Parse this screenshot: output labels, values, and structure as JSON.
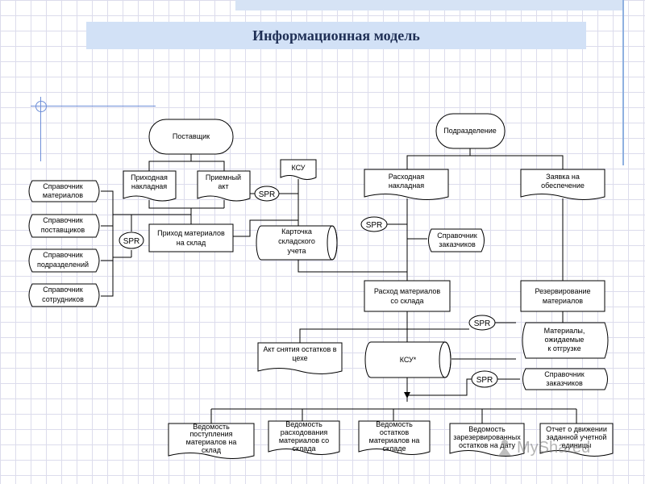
{
  "title": "Информационная модель",
  "nodes": {
    "postavshchik": "Поставщик",
    "podrazdelenie": "Подразделение",
    "prikhodnaya_1": "Приходная",
    "prikhodnaya_2": "накладная",
    "priemny_1": "Приемный",
    "priemny_2": "акт",
    "ksu_top": "КСУ",
    "raskhodnaya_1": "Расходная",
    "raskhodnaya_2": "накладная",
    "zayavka_1": "Заявка на",
    "zayavka_2": "обеспечение",
    "sprav_mat_1": "Справочник",
    "sprav_mat_2": "материалов",
    "sprav_post_1": "Справочник",
    "sprav_post_2": "поставщиков",
    "sprav_podr_1": "Справочник",
    "sprav_podr_2": "подразделений",
    "sprav_sotr_1": "Справочник",
    "sprav_sotr_2": "сотрудников",
    "prikhod_1": "Приход материалов",
    "prikhod_2": "на склад",
    "kartochka_1": "Карточка",
    "kartochka_2": "складского",
    "kartochka_3": "учета",
    "sprav_zak_mid_1": "Справочник",
    "sprav_zak_mid_2": "заказчиков",
    "raskhod_mat_1": "Расход материалов",
    "raskhod_mat_2": "со склада",
    "rezerv_1": "Резервирование",
    "rezerv_2": "материалов",
    "akt_1": "Акт снятия остатков в",
    "akt_2": "цехе",
    "ksu_star": "КСУ*",
    "mat_ozh_1": "Материалы,",
    "mat_ozh_2": "ожидаемые",
    "mat_ozh_3": "к отгрузке",
    "sprav_zak_bot_1": "Справочник",
    "sprav_zak_bot_2": "заказчиков",
    "ved_post_1": "Ведомость",
    "ved_post_2": "поступления",
    "ved_post_3": "материалов на",
    "ved_post_4": "склад",
    "ved_rask_1": "Ведомость",
    "ved_rask_2": "расходования",
    "ved_rask_3": "материалов со",
    "ved_rask_4": "склада",
    "ved_ost_1": "Ведомость",
    "ved_ost_2": "остатков",
    "ved_ost_3": "материалов на",
    "ved_ost_4": "складе",
    "ved_zar_1": "Ведомость",
    "ved_zar_2": "зарезервированных",
    "ved_zar_3": "остатков на дату",
    "otchet_1": "Отчет о движении",
    "otchet_2": "заданной учетной",
    "otchet_3": "единицы"
  },
  "spr_label": "SPR",
  "watermark": "MyShared"
}
